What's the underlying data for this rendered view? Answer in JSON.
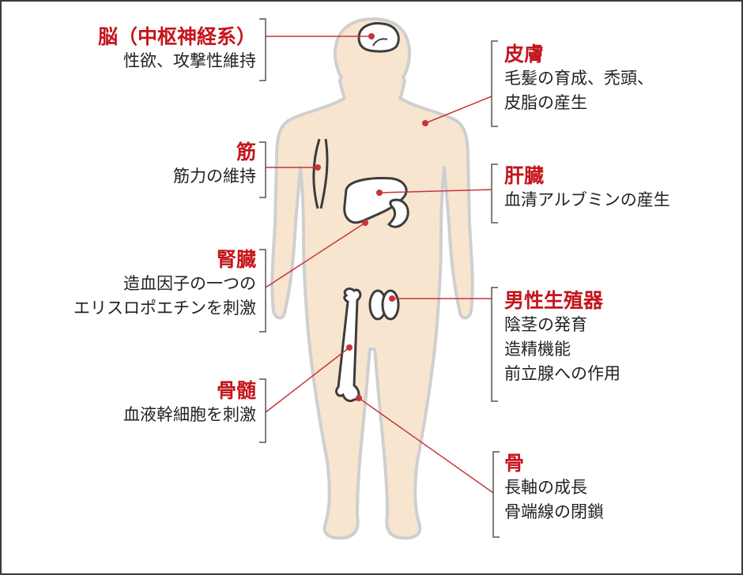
{
  "colors": {
    "title_red": "#c4161c",
    "leader_red": "#c8343a",
    "skin_fill": "#f8e5cf",
    "skin_outline": "#cfcfcf",
    "organ_outline": "#3c3c3c",
    "bracket": "#555555",
    "text": "#222222"
  },
  "labels": {
    "brain": {
      "title": "脳（中枢神経系）",
      "lines": [
        "性欲、攻撃性維持"
      ]
    },
    "muscle": {
      "title": "筋",
      "lines": [
        "筋力の維持"
      ]
    },
    "kidney": {
      "title": "腎臓",
      "lines": [
        "造血因子の一つの",
        "エリスロポエチンを刺激"
      ]
    },
    "marrow": {
      "title": "骨髄",
      "lines": [
        "血液幹細胞を刺激"
      ]
    },
    "skin": {
      "title": "皮膚",
      "lines": [
        "毛髪の育成、禿頭、",
        "皮脂の産生"
      ]
    },
    "liver": {
      "title": "肝臓",
      "lines": [
        "血清アルブミンの産生"
      ]
    },
    "genitals": {
      "title": "男性生殖器",
      "lines": [
        "陰茎の発育",
        "造精機能",
        "前立腺への作用"
      ]
    },
    "bone": {
      "title": "骨",
      "lines": [
        "長軸の成長",
        "骨端線の閉鎖"
      ]
    }
  },
  "icons": {
    "body": "human-body-silhouette",
    "brain": "brain-icon",
    "muscle": "arm-muscle-icon",
    "liver": "liver-icon",
    "kidney": "kidney-icon",
    "testes": "testes-icon",
    "femur": "femur-bone-icon"
  }
}
